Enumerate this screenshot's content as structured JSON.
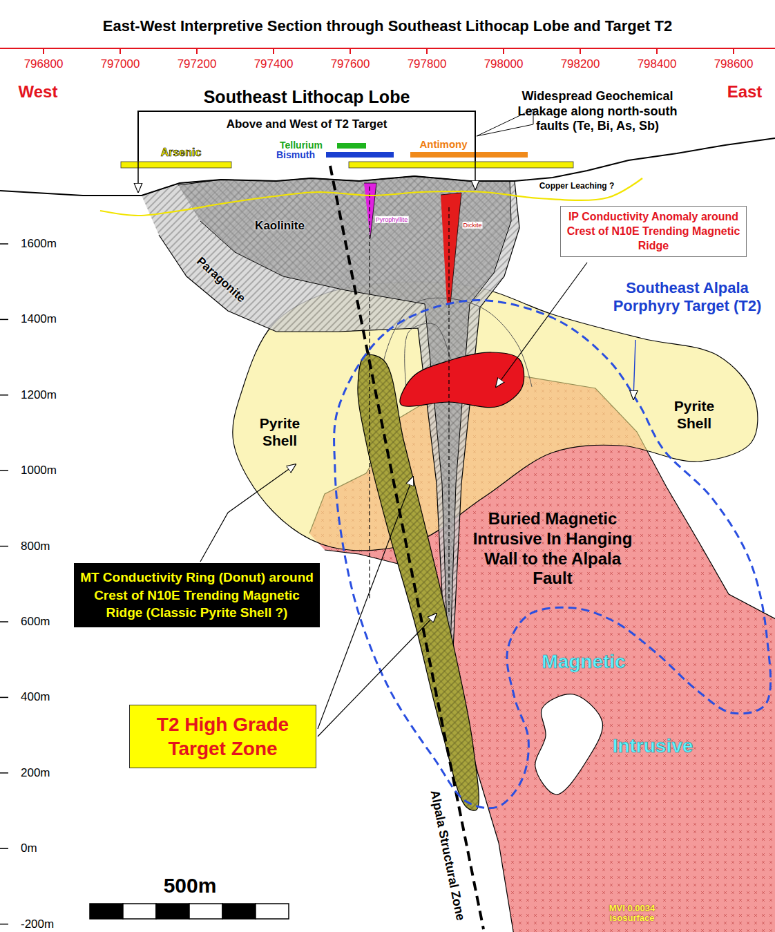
{
  "diagram": {
    "title": "East-West Interpretive Section through Southeast Lithocap Lobe and Target T2",
    "nodes": [
      {
        "text": [
          "Southeast Lithocap Lobe",
          "Above and West of T2 Target"
        ]
      },
      {
        "text": [
          "IP Conductivity Anomaly around Crest of N10E Trending Magnetic Ridge"
        ]
      },
      {
        "text": [
          "MT Conductivity Ring (Donut) around Crest of N10E Trending Magnetic Ridge (Classic Pyrite Shell ?)"
        ]
      },
      {
        "text": [
          "T2 High Grade Target Zone"
        ]
      }
    ],
    "labels": [
      "796800",
      "797000",
      "797200",
      "797400",
      "797600",
      "797800",
      "798000",
      "798200",
      "798400",
      "798600",
      "West",
      "East",
      "Widespread Geochemical Leakage along north-south faults (Te, Bi, As, Sb)",
      "Arsenic",
      "Tellurium",
      "Bismuth",
      "Antimony",
      "Copper Leaching ?",
      "Kaolinite",
      "Pyrophyllite",
      "Dickite",
      "Paragonite",
      "Southeast Alpala Porphyry Target (T2)",
      "Pyrite Shell",
      "Pyrite Shell",
      "Buried Magnetic Intrusive In Hanging Wall to the Alpala Fault",
      "Magnetic",
      "Intrusive",
      "Alpala Structural Zone",
      "MVI 0.0034 isosurface",
      "500m",
      "1600m",
      "1400m",
      "1200m",
      "1000m",
      "800m",
      "600m",
      "400m",
      "200m",
      "0m",
      "-200m"
    ]
  }
}
